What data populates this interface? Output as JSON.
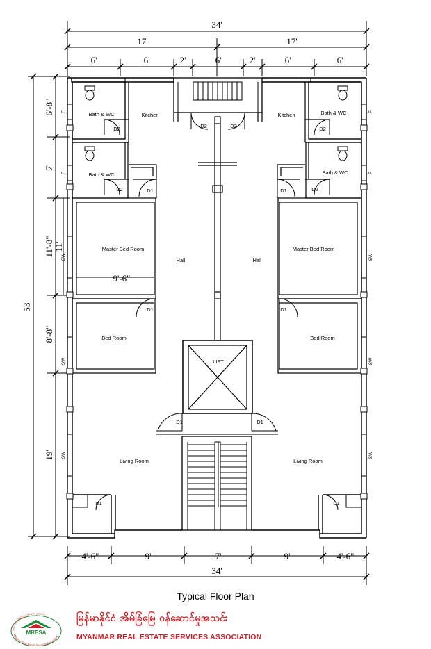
{
  "plan_title": "Typical Floor Plan",
  "dimensions": {
    "top_total": "34'",
    "top_halves": [
      "17'",
      "17'"
    ],
    "top_segments": [
      "6'",
      "6'",
      "2'",
      "6'",
      "2'",
      "6'",
      "6'"
    ],
    "left_total": "53'",
    "left_segments": [
      "6'-8\"",
      "7'",
      "11'-8\"",
      "8'-8\"",
      "19'"
    ],
    "left_inner": "11'",
    "bed_width": "9'-6\"",
    "bottom_segments": [
      "4'-6\"",
      "9'",
      "7'",
      "9'",
      "4'-6\""
    ],
    "bottom_total": "34'"
  },
  "rooms": {
    "bath_wc": "Bath & WC",
    "kitchen": "Kitchen",
    "master_bed": "Master Bed Room",
    "hall": "Hall",
    "bed_room": "Bed Room",
    "living_room": "Living Room",
    "lift": "LIFT"
  },
  "doors": {
    "d1": "D1",
    "d2": "D2"
  },
  "openings": {
    "sw": "SW",
    "f": "F"
  },
  "org": {
    "name_mm": "မြန်မာနိုင်ငံ အိမ်ခြံမြေ ဝန်ဆောင်မှုအသင်း",
    "name_en": "MYANMAR REAL ESTATE SERVICES ASSOCIATION",
    "logo_text": "MRESA",
    "logo_arc_top": "မြန်မာနိုင်ငံအိမ်ခြံမြေဝန်ဆောင်မှုအသင်း",
    "logo_arc_bottom": "Myanmar Real Estate Services Association"
  },
  "colors": {
    "ink": "#000000",
    "brand_red": "#d11f26",
    "brand_green": "#1f8a3a"
  }
}
